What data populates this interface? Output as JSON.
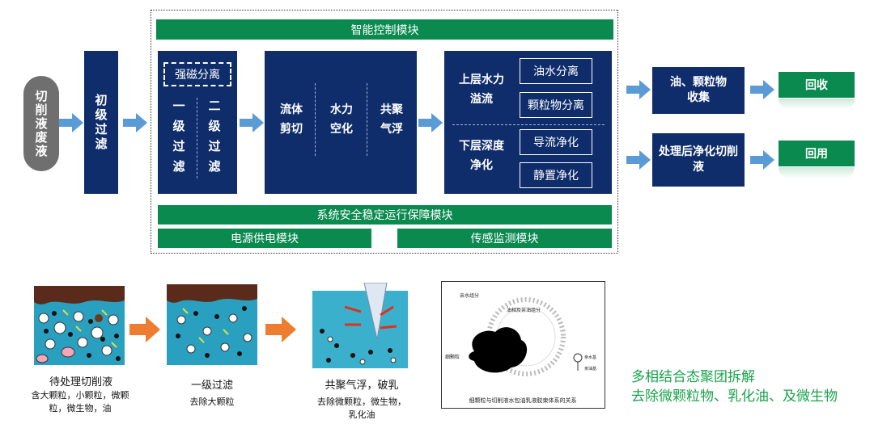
{
  "inlet": "切削液废液",
  "prefilter": "初级过滤",
  "control_module": "智能控制模块",
  "magnetic": {
    "title": "强磁分离",
    "stage1": "一级过滤",
    "stage2": "二级过滤"
  },
  "fluid": {
    "a": "流体剪切",
    "b": "水力空化",
    "c": "共聚气浮"
  },
  "separation": {
    "upper_label": "上层水力溢流",
    "lower_label": "下层深度净化",
    "upper_items": [
      "油水分离",
      "颗粒物分离"
    ],
    "lower_items": [
      "导流净化",
      "静置净化"
    ]
  },
  "safety_module": "系统安全稳定运行保障模块",
  "power_module": "电源供电模块",
  "sensor_module": "传感监测模块",
  "outputs": {
    "oil_box": "油、颗粒物收集",
    "oil_result": "回收",
    "clean_box": "处理后净化切削液",
    "clean_result": "回用"
  },
  "stages": [
    {
      "title": "待处理切削液",
      "desc": "含大颗粒，小颗粒，微颗粒，微生物，油"
    },
    {
      "title": "一级过滤",
      "desc": "去除大颗粒"
    },
    {
      "title": "共聚气浮，破乳",
      "desc": "去除微颗粒，微生物，乳化油"
    }
  ],
  "micro_diagram": {
    "caption": "细颗粒与切削液水包油乳液胶束体系的关系",
    "label_water": "亲水组分",
    "label_oil_core": "油相及亲油组分",
    "label_particle": "细颗粒",
    "legend_hydrophilic": "亲水基",
    "legend_lipophilic": "亲油基"
  },
  "summary_line1": "多相结合态聚团拆解",
  "summary_line2": "去除微颗粒物、乳化油、及微生物",
  "colors": {
    "navy": "#0f2d6b",
    "green": "#0b8a50",
    "arrow": "#5b9bd5",
    "orange": "#ed7d31"
  }
}
